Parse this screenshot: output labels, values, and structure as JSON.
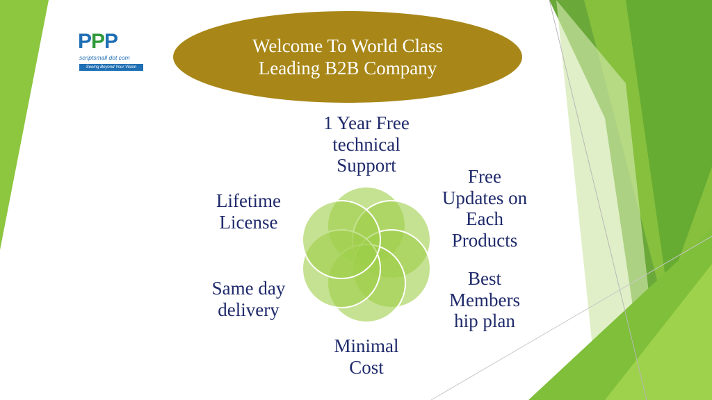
{
  "logo": {
    "letters_a": "P",
    "letters_b": "P",
    "letters_c": "P",
    "tagline": "scriptsmall dot com",
    "slogan": "Seeing Beyond Your Vision"
  },
  "banner": {
    "title": "Welcome To World Class Leading B2B Company"
  },
  "features": [
    "1 Year Free technical Support",
    "Free Updates on Each Products",
    "Best Members hip plan",
    "Minimal Cost",
    "Same day delivery",
    "Lifetime License"
  ],
  "colors": {
    "banner": "#a88718",
    "text": "#1f2a6b",
    "petal": "#9fcf4a",
    "green_dark": "#4f9a2a",
    "green_light": "#8dc63f"
  }
}
